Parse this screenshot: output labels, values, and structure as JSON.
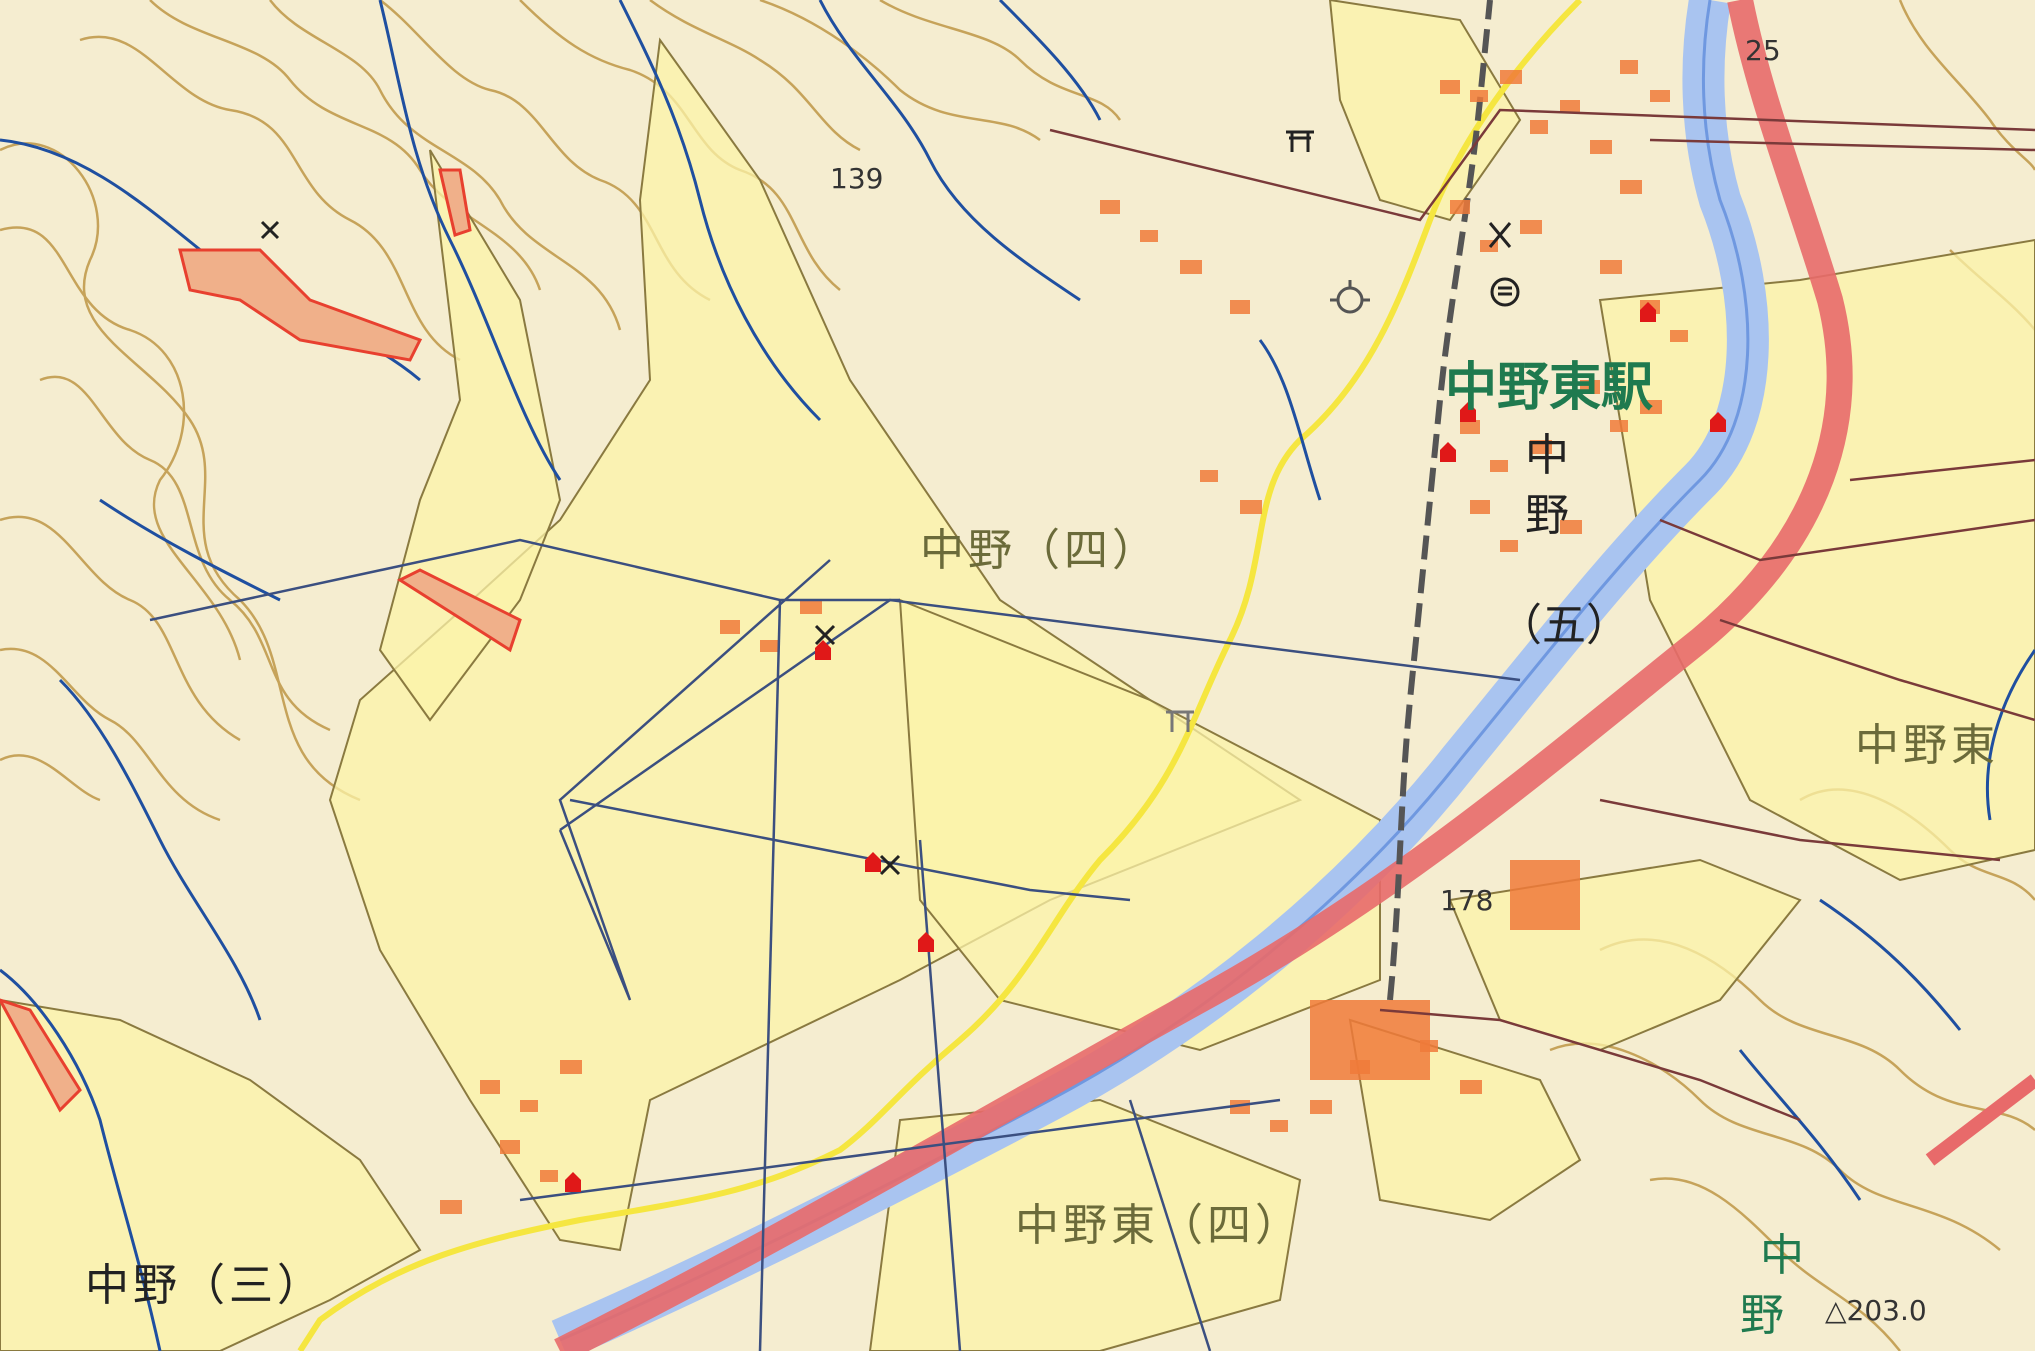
{
  "map": {
    "labels": {
      "nakano_4": "中野（四）",
      "nakano_3": "中野（三）",
      "nakano_5_line1": "中",
      "nakano_5_line2": "野",
      "nakano_5_line3": "（五）",
      "nakanohigashi_4": "中野東（四）",
      "nakanohigashi": "中野東",
      "station": "中野東駅",
      "river_line1": "中",
      "river_line2": "野",
      "height_139": "139",
      "height_25": "25",
      "height_178": "178",
      "triangulation": "△203.0"
    },
    "colors": {
      "background": "#f5edd0",
      "contour": "#c6a35a",
      "hazard_fill": "#fbf3a8",
      "hazard_edge": "#8a7a40",
      "stream": "#1f4fa0",
      "building": "#f07a3a",
      "highway": "#e86a6a",
      "river": "#a9c4f0",
      "main_road": "#f5e640",
      "steep_slope": "#e8402f",
      "station_label": "#1f7a4f",
      "boundary": "#7a3a3a"
    },
    "symbols": [
      "shrine-icon",
      "school-icon",
      "post-office-icon",
      "temple-icon",
      "factory-icon",
      "police-box-icon",
      "hospital-icon"
    ]
  }
}
